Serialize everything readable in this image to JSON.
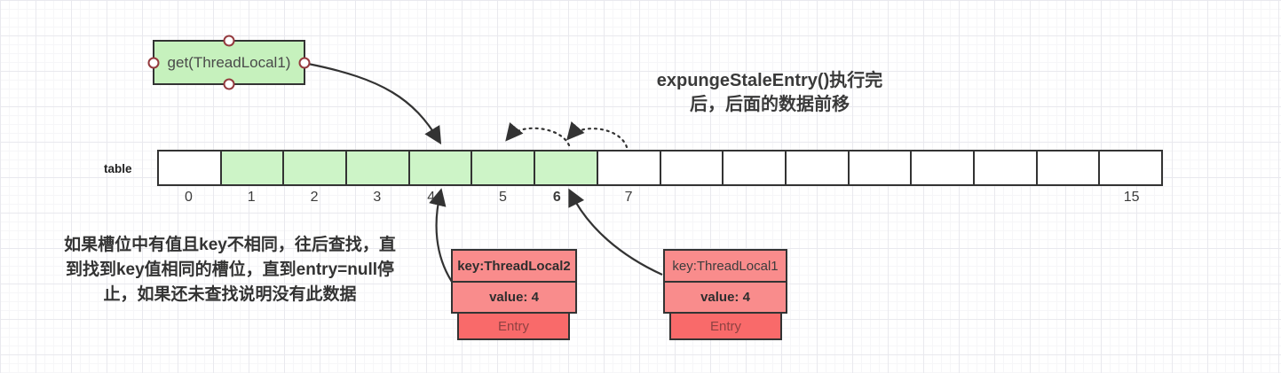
{
  "colors": {
    "border": "#333333",
    "get_green": "#c6f1bd",
    "cell_green": "#cdf4c7",
    "salmon": "#f98c8c",
    "entry_red": "#f96a6a",
    "entry_text": "#8f4242",
    "handle_ring": "#943a3e",
    "grid_major": "#e9e9ee",
    "grid_minor": "#f6f6f8",
    "arrow": "#333333"
  },
  "get_box": {
    "label": "get(ThreadLocal1)"
  },
  "title": {
    "lines": [
      "expungeStaleEntry()执行完",
      "后，后面的数据前移"
    ]
  },
  "note": {
    "lines": [
      "如果槽位中有值且key不相同，往后查找，直",
      "到找到key值相同的槽位，直到entry=null停",
      "止，如果还未查找说明没有此数据"
    ]
  },
  "table": {
    "label": "table",
    "cells": [
      {
        "index": "0",
        "green": false
      },
      {
        "index": "1",
        "green": true
      },
      {
        "index": "2",
        "green": true
      },
      {
        "index": "3",
        "green": true
      },
      {
        "index": "4",
        "green": true
      },
      {
        "index": "5",
        "green": true
      },
      {
        "index": "6",
        "green": true
      },
      {
        "index": "7",
        "green": false
      },
      {
        "index": "",
        "green": false
      },
      {
        "index": "",
        "green": false
      },
      {
        "index": "",
        "green": false
      },
      {
        "index": "",
        "green": false
      },
      {
        "index": "",
        "green": false
      },
      {
        "index": "",
        "green": false
      },
      {
        "index": "",
        "green": false
      },
      {
        "index": "15",
        "green": false
      }
    ]
  },
  "entries": [
    {
      "key": "key:ThreadLocal2",
      "value": "value: 4",
      "footer": "Entry"
    },
    {
      "key": "key:ThreadLocal1",
      "value": "value: 4",
      "footer": "Entry"
    }
  ]
}
